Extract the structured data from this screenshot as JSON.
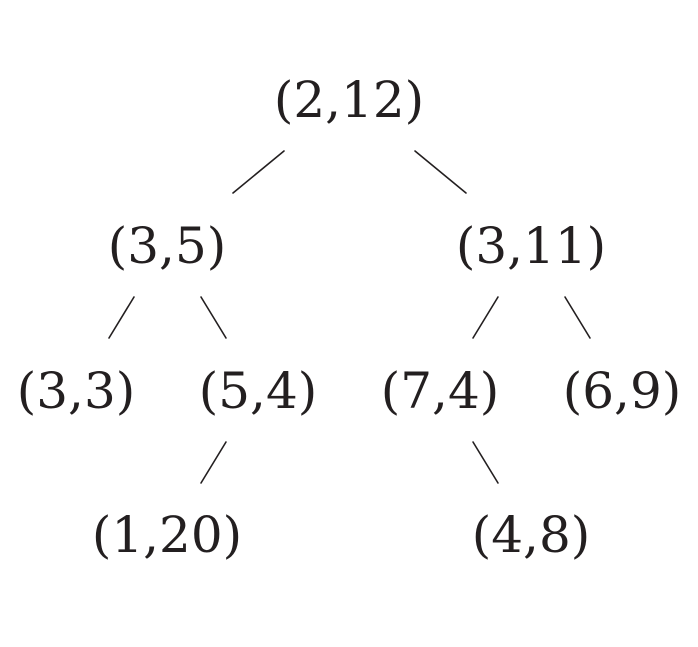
{
  "tree": {
    "nodes": [
      {
        "id": "n-2-12",
        "label": "(2,12)"
      },
      {
        "id": "n-3-5",
        "label": "(3,5)"
      },
      {
        "id": "n-3-11",
        "label": "(3,11)"
      },
      {
        "id": "n-3-3",
        "label": "(3,3)"
      },
      {
        "id": "n-5-4",
        "label": "(5,4)"
      },
      {
        "id": "n-7-4",
        "label": "(7,4)"
      },
      {
        "id": "n-6-9",
        "label": "(6,9)"
      },
      {
        "id": "n-1-20",
        "label": "(1,20)"
      },
      {
        "id": "n-4-8",
        "label": "(4,8)"
      }
    ],
    "edges": [
      {
        "from": "n-2-12",
        "to": "n-3-5"
      },
      {
        "from": "n-2-12",
        "to": "n-3-11"
      },
      {
        "from": "n-3-5",
        "to": "n-3-3"
      },
      {
        "from": "n-3-5",
        "to": "n-5-4"
      },
      {
        "from": "n-3-11",
        "to": "n-7-4"
      },
      {
        "from": "n-3-11",
        "to": "n-6-9"
      },
      {
        "from": "n-5-4",
        "to": "n-1-20"
      },
      {
        "from": "n-7-4",
        "to": "n-4-8"
      }
    ]
  }
}
